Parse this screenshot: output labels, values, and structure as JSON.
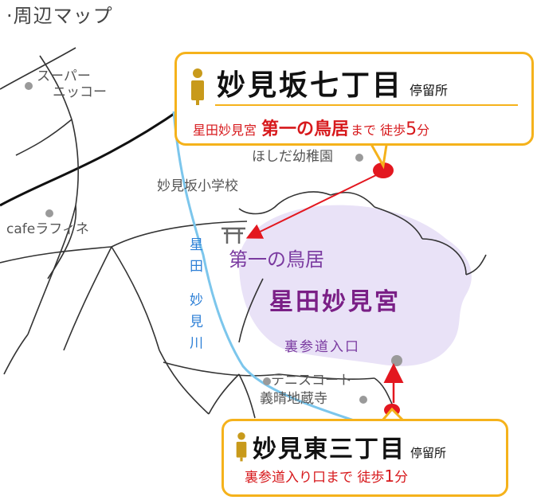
{
  "title": "·周辺マップ",
  "places": {
    "supermarket_line1": "スーパー",
    "supermarket_line2": "ニッコー",
    "kindergarten": "ほしだ幼稚園",
    "school": "妙見坂小学校",
    "cafe": "cafeラフィネ",
    "tennis": "テニスコート",
    "temple": "義晴地蔵寺"
  },
  "river": {
    "label": "星田 妙見川"
  },
  "shrine": {
    "torii_label": "第一の鳥居",
    "name": "星田妙見宮",
    "back_entrance": "裏参道入口"
  },
  "stops": [
    {
      "name": "妙見坂七丁目",
      "suffix": "停留所",
      "walk_prefix": "星田妙見宮",
      "walk_target": "第一の鳥居",
      "walk_mid": "まで 徒歩",
      "walk_num": "5",
      "walk_unit": "分"
    },
    {
      "name": "妙見東三丁目",
      "suffix": "停留所",
      "walk_prefix": "",
      "walk_target": "裏参道入り口",
      "walk_mid": "まで 徒歩",
      "walk_num": "1",
      "walk_unit": "分"
    }
  ],
  "colors": {
    "shrine_area": "#e9e2f7",
    "river": "#7cc6ec",
    "road": "#333333",
    "callout_border": "#f5b21b",
    "stop_marker": "#e3171f",
    "poi_dot": "#9a9a9a",
    "bus_icon": "#c89a1b"
  }
}
